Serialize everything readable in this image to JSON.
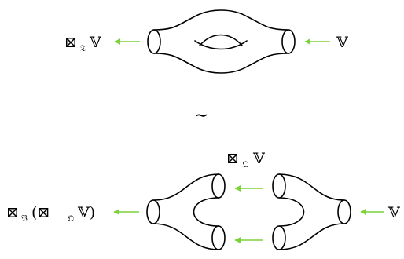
{
  "colors": {
    "arrow": "#7dd23c",
    "line": "#000000"
  },
  "labels": {
    "top_left": {
      "main": "⊠",
      "sub": "𝔗",
      "tail": "𝕍"
    },
    "top_right": {
      "main": "𝕍"
    },
    "iso": "≀",
    "bottom_top": {
      "main": "⊠",
      "sub": "𝔔",
      "tail": "𝕍"
    },
    "bottom_left": {
      "head": "⊠",
      "head_sub": "𝔓",
      "inner": "(⊠",
      "inner_sub": "𝔔",
      "tail": "𝕍)"
    },
    "bottom_right": {
      "main": "𝕍"
    }
  }
}
